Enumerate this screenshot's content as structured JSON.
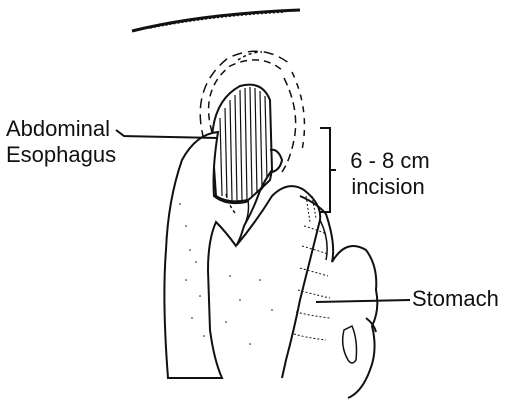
{
  "labels": {
    "abdominal": "Abdominal",
    "esophagus": "Esophagus",
    "incision_size": "6 - 8 cm",
    "incision_word": "incision",
    "stomach": "Stomach"
  },
  "colors": {
    "ink": "#111111",
    "background": "#ffffff"
  }
}
